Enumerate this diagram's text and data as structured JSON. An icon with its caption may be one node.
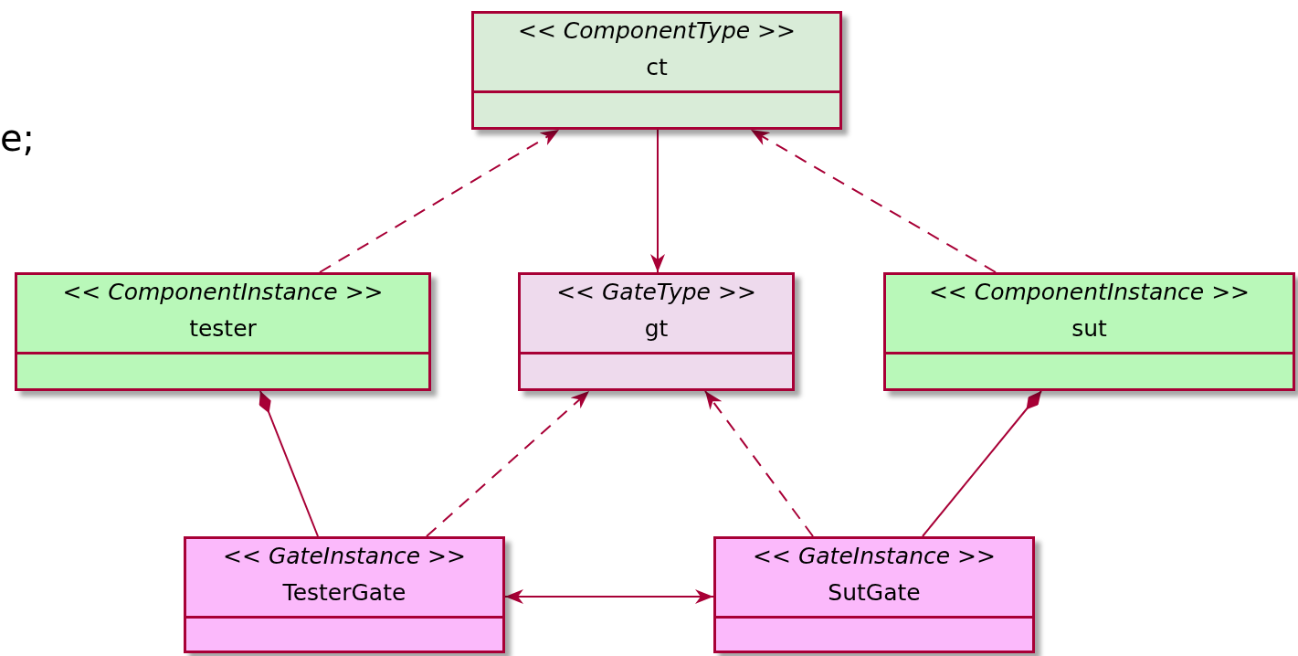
{
  "diagram": {
    "nodes": [
      {
        "text": [
          "<< ComponentType >>",
          "ct"
        ]
      },
      {
        "text": [
          "<< ComponentInstance >>",
          "tester"
        ]
      },
      {
        "text": [
          "<< GateType >>",
          "gt"
        ]
      },
      {
        "text": [
          "<< ComponentInstance >>",
          "sut"
        ]
      },
      {
        "text": [
          "<< GateInstance >>",
          "TesterGate"
        ]
      },
      {
        "text": [
          "<< GateInstance >>",
          "SutGate"
        ]
      }
    ],
    "edges": [
      {
        "from": 1,
        "to": 0,
        "arrow": "to",
        "style": "dashed"
      },
      {
        "from": 0,
        "to": 2,
        "arrow": "to"
      },
      {
        "from": 3,
        "to": 0,
        "arrow": "to",
        "style": "dashed"
      },
      {
        "from": 1,
        "to": 4,
        "arrow": "other"
      },
      {
        "from": 4,
        "to": 2,
        "arrow": "to",
        "style": "dashed"
      },
      {
        "from": 5,
        "to": 2,
        "arrow": "to",
        "style": "dashed"
      },
      {
        "from": 3,
        "to": 5,
        "arrow": "other"
      },
      {
        "from": 4,
        "to": 5,
        "arrow": "both"
      }
    ],
    "labels": [
      "e;"
    ]
  }
}
